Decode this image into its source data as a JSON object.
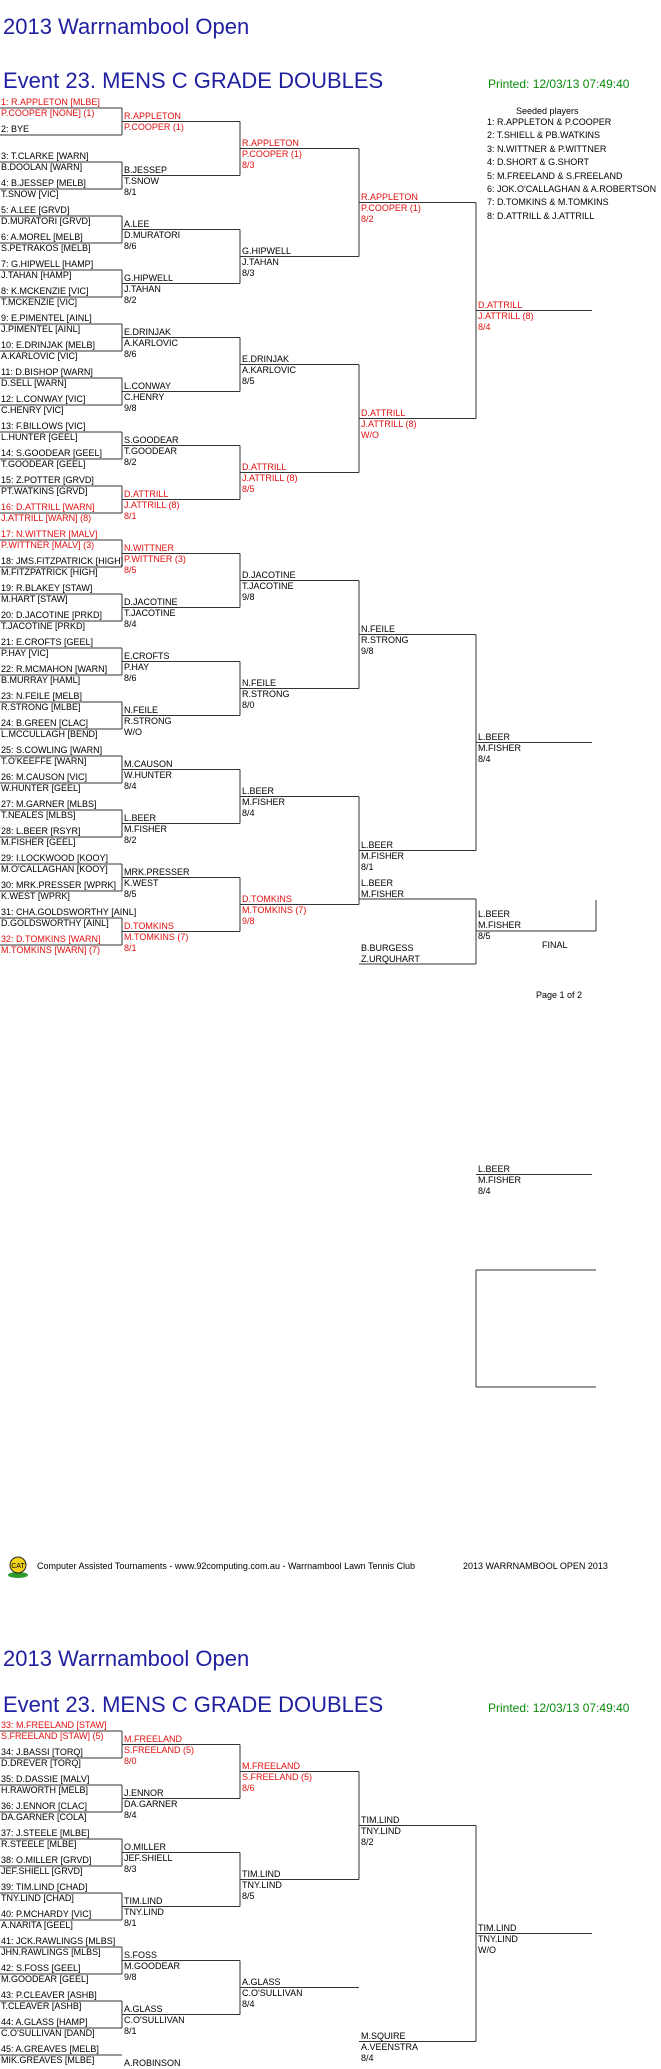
{
  "page1": {
    "title": "2013 Warrnambool Open",
    "event": "Event 23. MENS C GRADE DOUBLES",
    "printed": "Printed: 12/03/13 07:49:40",
    "seeded_title": "Seeded players",
    "seeds": [
      "1: R.APPLETON & P.COOPER",
      "2: T.SHIELL & PB.WATKINS",
      "3: N.WITTNER & P.WITTNER",
      "4: D.SHORT & G.SHORT",
      "5: M.FREELAND & S.FREELAND",
      "6: JOK.O'CALLAGHAN & A.ROBERTSON",
      "7: D.TOMKINS & M.TOMKINS",
      "8: D.ATTRILL & J.ATTRILL"
    ],
    "r1": [
      {
        "a": "1: R.APPLETON [MLBE]",
        "b": "P.COOPER [NONE] (1)",
        "red": true
      },
      {
        "a": "2: BYE",
        "b": "",
        "red": false
      },
      {
        "a": "3: T.CLARKE [WARN]",
        "b": "B.DOOLAN [WARN]",
        "red": false
      },
      {
        "a": "4: B.JESSEP [MELB]",
        "b": "T.SNOW [VIC]",
        "red": false
      },
      {
        "a": "5: A.LEE [GRVD]",
        "b": "D.MURATORI [GRVD]",
        "red": false
      },
      {
        "a": "6: A.MOREL [MELB]",
        "b": "S.PETRAKOS [MELB]",
        "red": false
      },
      {
        "a": "7: G.HIPWELL [HAMP]",
        "b": "J.TAHAN [HAMP]",
        "red": false
      },
      {
        "a": "8: K.MCKENZIE [VIC]",
        "b": "T.MCKENZIE [VIC]",
        "red": false
      },
      {
        "a": "9: E.PIMENTEL [AINL]",
        "b": "J.PIMENTEL [AINL]",
        "red": false
      },
      {
        "a": "10: E.DRINJAK [MELB]",
        "b": "A.KARLOVIC [VIC]",
        "red": false
      },
      {
        "a": "11: D.BISHOP [WARN]",
        "b": "D.SELL [WARN]",
        "red": false
      },
      {
        "a": "12: L.CONWAY [VIC]",
        "b": "C.HENRY [VIC]",
        "red": false
      },
      {
        "a": "13: F.BILLOWS [VIC]",
        "b": "L.HUNTER [GEEL]",
        "red": false
      },
      {
        "a": "14: S.GOODEAR [GEEL]",
        "b": "T.GOODEAR [GEEL]",
        "red": false
      },
      {
        "a": "15: Z.POTTER [GRVD]",
        "b": "PT.WATKINS [GRVD]",
        "red": false
      },
      {
        "a": "16: D.ATTRILL [WARN]",
        "b": "J.ATTRILL [WARN] (8)",
        "red": true
      },
      {
        "a": "17: N.WITTNER [MALV]",
        "b": "P.WITTNER [MALV] (3)",
        "red": true
      },
      {
        "a": "18: JMS.FITZPATRICK [HIGH]",
        "b": "M.FITZPATRICK [HIGH]",
        "red": false
      },
      {
        "a": "19: R.BLAKEY [STAW]",
        "b": "M.HART [STAW]",
        "red": false
      },
      {
        "a": "20: D.JACOTINE [PRKD]",
        "b": "T.JACOTINE [PRKD]",
        "red": false
      },
      {
        "a": "21: E.CROFTS [GEEL]",
        "b": "P.HAY [VIC]",
        "red": false
      },
      {
        "a": "22: R.MCMAHON [WARN]",
        "b": "B.MURRAY [HAML]",
        "red": false
      },
      {
        "a": "23: N.FEILE [MELB]",
        "b": "R.STRONG [MLBE]",
        "red": false
      },
      {
        "a": "24: B.GREEN [CLAC]",
        "b": "L.MCCULLAGH [BEND]",
        "red": false
      },
      {
        "a": "25: S.COWLING [WARN]",
        "b": "T.O'KEEFFE [WARN]",
        "red": false
      },
      {
        "a": "26: M.CAUSON [VIC]",
        "b": "W.HUNTER [GEEL]",
        "red": false
      },
      {
        "a": "27: M.GARNER [MLBS]",
        "b": "T.NEALES [MLBS]",
        "red": false
      },
      {
        "a": "28: L.BEER [RSYR]",
        "b": "M.FISHER [GEEL]",
        "red": false
      },
      {
        "a": "29: I.LOCKWOOD [KOOY]",
        "b": "M.O'CALLAGHAN [KOOY]",
        "red": false
      },
      {
        "a": "30: MRK.PRESSER [WPRK]",
        "b": "K.WEST [WPRK]",
        "red": false
      },
      {
        "a": "31: CHA.GOLDSWORTHY [AINL]",
        "b": "D.GOLDSWORTHY [AINL]",
        "red": false
      },
      {
        "a": "32: D.TOMKINS [WARN]",
        "b": "M.TOMKINS [WARN] (7)",
        "red": true
      }
    ],
    "r2": [
      {
        "a": "R.APPLETON",
        "b": "P.COOPER (1)",
        "s": "",
        "red": true
      },
      {
        "a": "B.JESSEP",
        "b": "T.SNOW",
        "s": "8/1",
        "red": false
      },
      {
        "a": "A.LEE",
        "b": "D.MURATORI",
        "s": "8/6",
        "red": false
      },
      {
        "a": "G.HIPWELL",
        "b": "J.TAHAN",
        "s": "8/2",
        "red": false
      },
      {
        "a": "E.DRINJAK",
        "b": "A.KARLOVIC",
        "s": "8/6",
        "red": false
      },
      {
        "a": "L.CONWAY",
        "b": "C.HENRY",
        "s": "9/8",
        "red": false
      },
      {
        "a": "S.GOODEAR",
        "b": "T.GOODEAR",
        "s": "8/2",
        "red": false
      },
      {
        "a": "D.ATTRILL",
        "b": "J.ATTRILL (8)",
        "s": "8/1",
        "red": true
      },
      {
        "a": "N.WITTNER",
        "b": "P.WITTNER (3)",
        "s": "8/5",
        "red": true
      },
      {
        "a": "D.JACOTINE",
        "b": "T.JACOTINE",
        "s": "8/4",
        "red": false
      },
      {
        "a": "E.CROFTS",
        "b": "P.HAY",
        "s": "8/6",
        "red": false
      },
      {
        "a": "N.FEILE",
        "b": "R.STRONG",
        "s": "W/O",
        "red": false
      },
      {
        "a": "M.CAUSON",
        "b": "W.HUNTER",
        "s": "8/4",
        "red": false
      },
      {
        "a": "L.BEER",
        "b": "M.FISHER",
        "s": "8/2",
        "red": false
      },
      {
        "a": "MRK.PRESSER",
        "b": "K.WEST",
        "s": "8/5",
        "red": false
      },
      {
        "a": "D.TOMKINS",
        "b": "M.TOMKINS (7)",
        "s": "8/1",
        "red": true
      }
    ],
    "r3": [
      {
        "a": "R.APPLETON",
        "b": "P.COOPER (1)",
        "s": "8/3",
        "red": true
      },
      {
        "a": "G.HIPWELL",
        "b": "J.TAHAN",
        "s": "8/3",
        "red": false
      },
      {
        "a": "E.DRINJAK",
        "b": "A.KARLOVIC",
        "s": "8/5",
        "red": false
      },
      {
        "a": "D.ATTRILL",
        "b": "J.ATTRILL (8)",
        "s": "8/5",
        "red": true
      },
      {
        "a": "D.JACOTINE",
        "b": "T.JACOTINE",
        "s": "9/8",
        "red": false
      },
      {
        "a": "N.FEILE",
        "b": "R.STRONG",
        "s": "8/0",
        "red": false
      },
      {
        "a": "L.BEER",
        "b": "M.FISHER",
        "s": "8/4",
        "red": false
      },
      {
        "a": "D.TOMKINS",
        "b": "M.TOMKINS (7)",
        "s": "9/8",
        "red": true
      }
    ],
    "r4": [
      {
        "a": "R.APPLETON",
        "b": "P.COOPER (1)",
        "s": "8/2",
        "red": true
      },
      {
        "a": "D.ATTRILL",
        "b": "J.ATTRILL (8)",
        "s": "W/O",
        "red": true
      },
      {
        "a": "N.FEILE",
        "b": "R.STRONG",
        "s": "9/8",
        "red": false
      },
      {
        "a": "L.BEER",
        "b": "M.FISHER",
        "s": "8/1",
        "red": false
      }
    ],
    "r5": [
      {
        "a": "D.ATTRILL",
        "b": "J.ATTRILL (8)",
        "s": "8/4",
        "red": true
      },
      {
        "a": "L.BEER",
        "b": "M.FISHER",
        "s": "8/4",
        "red": false
      },
      {
        "a": "L.BEER",
        "b": "M.FISHER",
        "s": "8/4",
        "red": false
      }
    ],
    "sf_extra": {
      "a": "L.BEER",
      "b": "M.FISHER"
    },
    "other_semi": {
      "a": "B.BURGESS",
      "b": "Z.URQUHART"
    },
    "final_winner": {
      "a": "L.BEER",
      "b": "M.FISHER",
      "s": "8/5"
    },
    "final_label": "FINAL",
    "page_no": "Page 1 of 2"
  },
  "footer": {
    "logo": "CAT",
    "left": "Computer Assisted Tournaments - www.92computing.com.au -  Warrnambool Lawn Tennis Club",
    "right": "2013 WARRNAMBOOL OPEN 2013"
  },
  "page2": {
    "title": "2013 Warrnambool Open",
    "event": "Event 23. MENS C GRADE DOUBLES",
    "printed": "Printed: 12/03/13 07:49:40",
    "r1": [
      {
        "a": "33: M.FREELAND [STAW]",
        "b": "S.FREELAND [STAW] (5)",
        "red": true
      },
      {
        "a": "34: J.BASSI [TORQ]",
        "b": "D.DREVER [TORQ]",
        "red": false
      },
      {
        "a": "35: D.DASSIE [MALV]",
        "b": "H.RAWORTH [MELB]",
        "red": false
      },
      {
        "a": "36: J.ENNOR [CLAC]",
        "b": "DA.GARNER [COLA]",
        "red": false
      },
      {
        "a": "37: J.STEELE [MLBE]",
        "b": "R.STEELE [MLBE]",
        "red": false
      },
      {
        "a": "38: O.MILLER [GRVD]",
        "b": "JEF.SHIELL [GRVD]",
        "red": false
      },
      {
        "a": "39: TIM.LIND [CHAD]",
        "b": "TNY.LIND [CHAD]",
        "red": false
      },
      {
        "a": "40: P.MCHARDY [VIC]",
        "b": "A.NARITA [GEEL]",
        "red": false
      },
      {
        "a": "41: JCK.RAWLINGS [MLBS]",
        "b": "JHN.RAWLINGS [MLBS]",
        "red": false
      },
      {
        "a": "42: S.FOSS [GEEL]",
        "b": "M.GOODEAR [GEEL]",
        "red": false
      },
      {
        "a": "43: P.CLEAVER [ASHB]",
        "b": "T.CLEAVER [ASHB]",
        "red": false
      },
      {
        "a": "44: A.GLASS [HAMP]",
        "b": "C.O'SULLIVAN [DAND]",
        "red": false
      },
      {
        "a": "45: A.GREAVES [MELB]",
        "b": "MIK.GREAVES [MLBE]",
        "red": false
      }
    ],
    "r2": [
      {
        "a": "M.FREELAND",
        "b": "S.FREELAND (5)",
        "s": "8/0",
        "red": true
      },
      {
        "a": "J.ENNOR",
        "b": "DA.GARNER",
        "s": "8/4",
        "red": false
      },
      {
        "a": "O.MILLER",
        "b": "JEF.SHIELL",
        "s": "8/3",
        "red": false
      },
      {
        "a": "TIM.LIND",
        "b": "TNY.LIND",
        "s": "8/1",
        "red": false
      },
      {
        "a": "S.FOSS",
        "b": "M.GOODEAR",
        "s": "9/8",
        "red": false
      },
      {
        "a": "A.GLASS",
        "b": "C.O'SULLIVAN",
        "s": "8/1",
        "red": false
      },
      {
        "a": "A.ROBINSON",
        "b": "",
        "s": "",
        "red": false
      }
    ],
    "r3": [
      {
        "a": "M.FREELAND",
        "b": "S.FREELAND (5)",
        "s": "8/6",
        "red": true
      },
      {
        "a": "TIM.LIND",
        "b": "TNY.LIND",
        "s": "8/5",
        "red": false
      },
      {
        "a": "A.GLASS",
        "b": "C.O'SULLIVAN",
        "s": "8/4",
        "red": false
      }
    ],
    "r4": [
      {
        "a": "TIM.LIND",
        "b": "TNY.LIND",
        "s": "8/2",
        "red": false
      },
      {
        "a": "M.SQUIRE",
        "b": "A.VEENSTRA",
        "s": "8/4",
        "red": false
      }
    ],
    "r5": [
      {
        "a": "TIM.LIND",
        "b": "TNY.LIND",
        "s": "W/O",
        "red": false
      }
    ]
  }
}
